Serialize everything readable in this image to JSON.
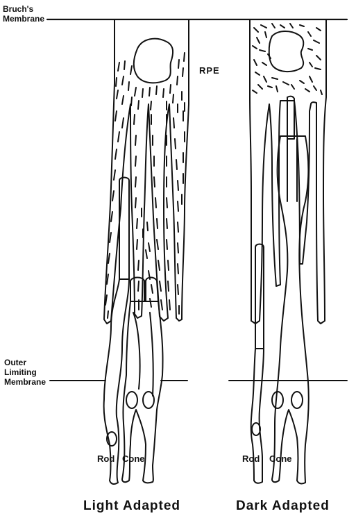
{
  "labels": {
    "bruchs_line1": "Bruch's",
    "bruchs_line2": "Membrane",
    "rpe": "RPE",
    "olm_line1": "Outer",
    "olm_line2": "Limiting",
    "olm_line3": "Membrane",
    "light_rod": "Rod",
    "light_cone": "Cone",
    "dark_rod": "Rod",
    "dark_cone": "Cone",
    "light_caption": "Light Adapted",
    "dark_caption": "Dark Adapted"
  }
}
